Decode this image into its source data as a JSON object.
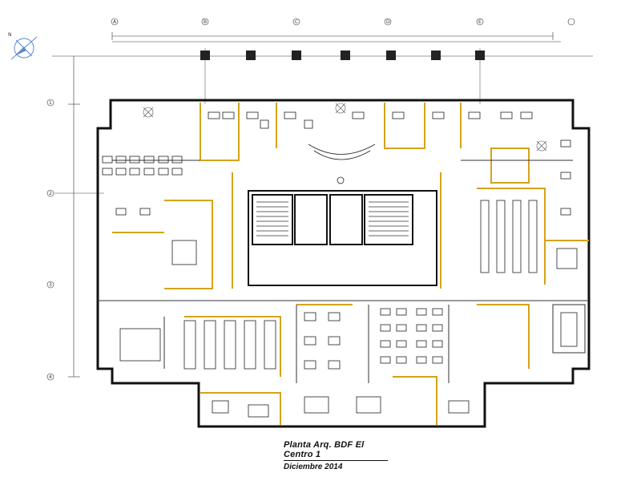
{
  "drawing": {
    "title": "Planta Arq. BDF El Centro 1",
    "date": "Diciembre 2014"
  },
  "grid": {
    "columns": [
      "A",
      "B",
      "C",
      "D",
      "E"
    ],
    "rows": [
      "1",
      "2",
      "3",
      "4"
    ]
  },
  "colors": {
    "wall": "#111111",
    "partition": "#d6a21c",
    "furniture": "#222222",
    "background": "#ffffff"
  },
  "icons": [
    "north-arrow-icon"
  ]
}
